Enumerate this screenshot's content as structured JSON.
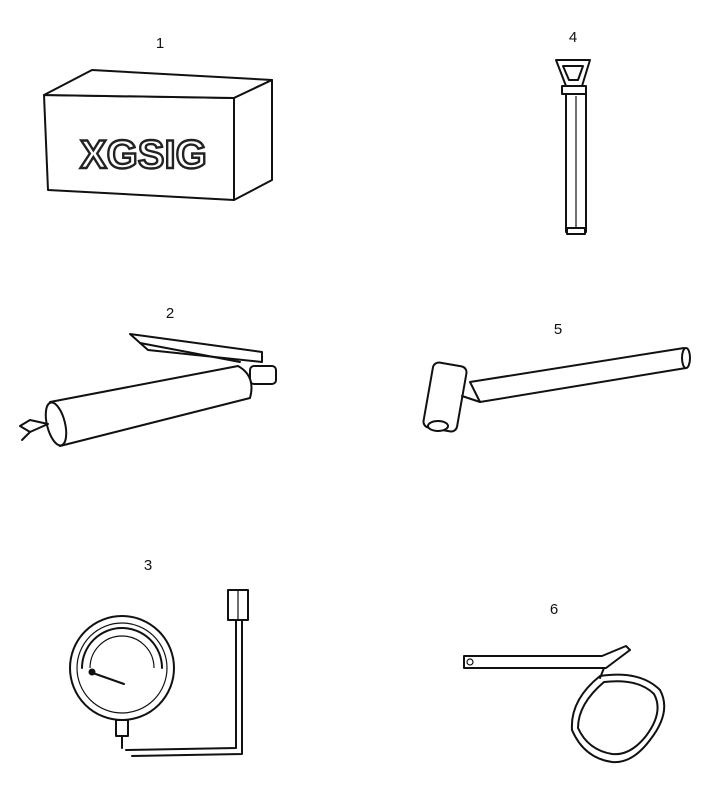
{
  "items": [
    {
      "id": "1",
      "label": "1",
      "box_text": "XGSIG"
    },
    {
      "id": "2",
      "label": "2"
    },
    {
      "id": "3",
      "label": "3"
    },
    {
      "id": "4",
      "label": "4"
    },
    {
      "id": "5",
      "label": "5"
    },
    {
      "id": "6",
      "label": "6"
    }
  ]
}
